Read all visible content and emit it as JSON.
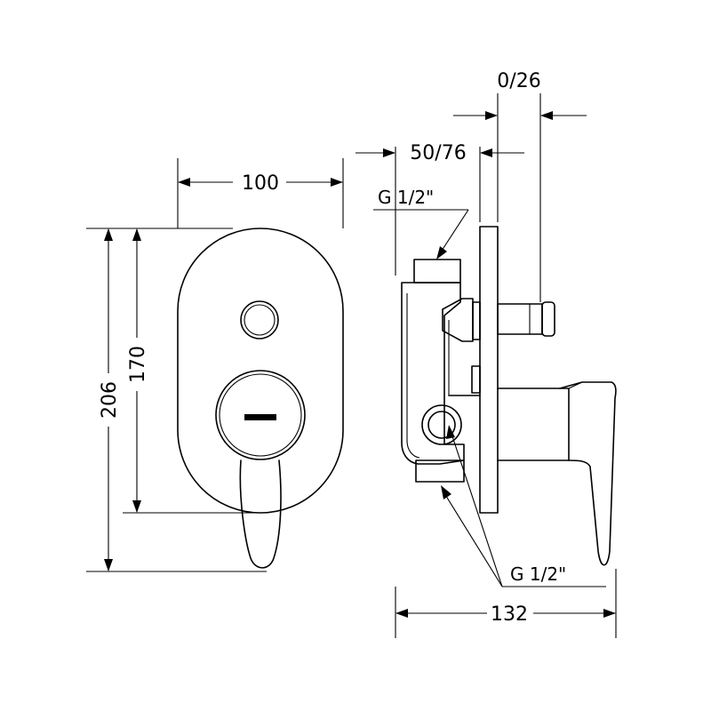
{
  "dimensions": {
    "width_front": "100",
    "height_total": "206",
    "height_plate": "170",
    "depth_total": "132",
    "depth_box": "50/76",
    "depth_adjust": "0/26"
  },
  "labels": {
    "thread_top": "G  1/2\"",
    "thread_bottom": "G  1/2\""
  }
}
